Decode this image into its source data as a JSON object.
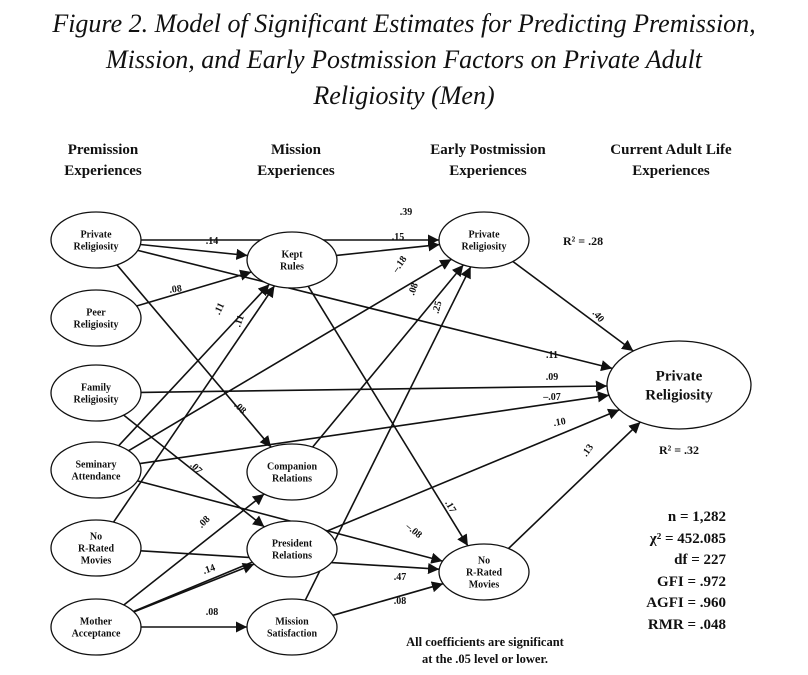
{
  "title": {
    "line1": "Figure 2. Model of Significant Estimates for Predicting Premission,",
    "line2": "Mission, and Early Postmission Factors on Private Adult",
    "line3": "Religiosity (Men)"
  },
  "columns": [
    {
      "line1": "Premission",
      "line2": "Experiences"
    },
    {
      "line1": "Mission",
      "line2": "Experiences"
    },
    {
      "line1": "Early Postmission",
      "line2": "Experiences"
    },
    {
      "line1": "Current Adult Life",
      "line2": "Experiences"
    }
  ],
  "nodes": [
    {
      "id": "pre_private",
      "lines": [
        "Private",
        "Religiosity"
      ]
    },
    {
      "id": "pre_peer",
      "lines": [
        "Peer",
        "Religiosity"
      ]
    },
    {
      "id": "pre_family",
      "lines": [
        "Family",
        "Religiosity"
      ]
    },
    {
      "id": "pre_seminary",
      "lines": [
        "Seminary",
        "Attendance"
      ]
    },
    {
      "id": "pre_norated",
      "lines": [
        "No",
        "R-Rated",
        "Movies"
      ]
    },
    {
      "id": "pre_mother",
      "lines": [
        "Mother",
        "Acceptance"
      ]
    },
    {
      "id": "mis_kept",
      "lines": [
        "Kept",
        "Rules"
      ]
    },
    {
      "id": "mis_companion",
      "lines": [
        "Companion",
        "Relations"
      ]
    },
    {
      "id": "mis_president",
      "lines": [
        "President",
        "Relations"
      ]
    },
    {
      "id": "mis_satisfaction",
      "lines": [
        "Mission",
        "Satisfaction"
      ]
    },
    {
      "id": "post_private",
      "lines": [
        "Private",
        "Religiosity"
      ]
    },
    {
      "id": "post_norated",
      "lines": [
        "No",
        "R-Rated",
        "Movies"
      ]
    },
    {
      "id": "adult_private",
      "lines": [
        "Private",
        "Religiosity"
      ]
    }
  ],
  "paths": [
    {
      "from": "pre_private",
      "to": "post_private",
      "coef": ".39"
    },
    {
      "from": "pre_private",
      "to": "mis_kept",
      "coef": ".14"
    },
    {
      "from": "pre_private",
      "to": "mis_companion",
      "coef": ".08"
    },
    {
      "from": "pre_private",
      "to": "adult_private",
      "coef": ".11"
    },
    {
      "from": "pre_peer",
      "to": "mis_kept",
      "coef": ".08"
    },
    {
      "from": "pre_family",
      "to": "adult_private",
      "coef": ".09"
    },
    {
      "from": "pre_family",
      "to": "mis_president",
      "coef": ".07"
    },
    {
      "from": "pre_seminary",
      "to": "mis_kept",
      "coef": ".11"
    },
    {
      "from": "pre_seminary",
      "to": "post_private",
      "coef": "–.18"
    },
    {
      "from": "pre_seminary",
      "to": "adult_private",
      "coef": "–.07"
    },
    {
      "from": "pre_seminary",
      "to": "post_norated",
      "coef": "–.08"
    },
    {
      "from": "pre_norated",
      "to": "mis_kept",
      "coef": ".11"
    },
    {
      "from": "pre_norated",
      "to": "post_norated",
      "coef": ".47"
    },
    {
      "from": "pre_mother",
      "to": "mis_companion",
      "coef": ".08"
    },
    {
      "from": "pre_mother",
      "to": "mis_president",
      "coef": ".14"
    },
    {
      "from": "pre_mother",
      "to": "mis_satisfaction",
      "coef": ".08"
    },
    {
      "from": "pre_mother",
      "to": "adult_private",
      "coef": ".10"
    },
    {
      "from": "mis_kept",
      "to": "post_private",
      "coef": ".15"
    },
    {
      "from": "mis_kept",
      "to": "post_norated",
      "coef": ".17"
    },
    {
      "from": "mis_companion",
      "to": "post_private",
      "coef": ".08"
    },
    {
      "from": "mis_satisfaction",
      "to": "post_private",
      "coef": ".25"
    },
    {
      "from": "mis_satisfaction",
      "to": "post_norated",
      "coef": ".08"
    },
    {
      "from": "post_private",
      "to": "adult_private",
      "coef": ".40"
    },
    {
      "from": "post_norated",
      "to": "adult_private",
      "coef": ".13"
    }
  ],
  "r2": {
    "post_private": "R² = .28",
    "adult_private": "R² = .32"
  },
  "stats": {
    "n": "n = 1,282",
    "chi2": "χ² = 452.085",
    "df": "df = 227",
    "gfi": "GFI = .972",
    "agfi": "AGFI = .960",
    "rmr": "RMR = .048"
  },
  "note": {
    "line1": "All coefficients are significant",
    "line2": "at the .05 level or lower."
  }
}
